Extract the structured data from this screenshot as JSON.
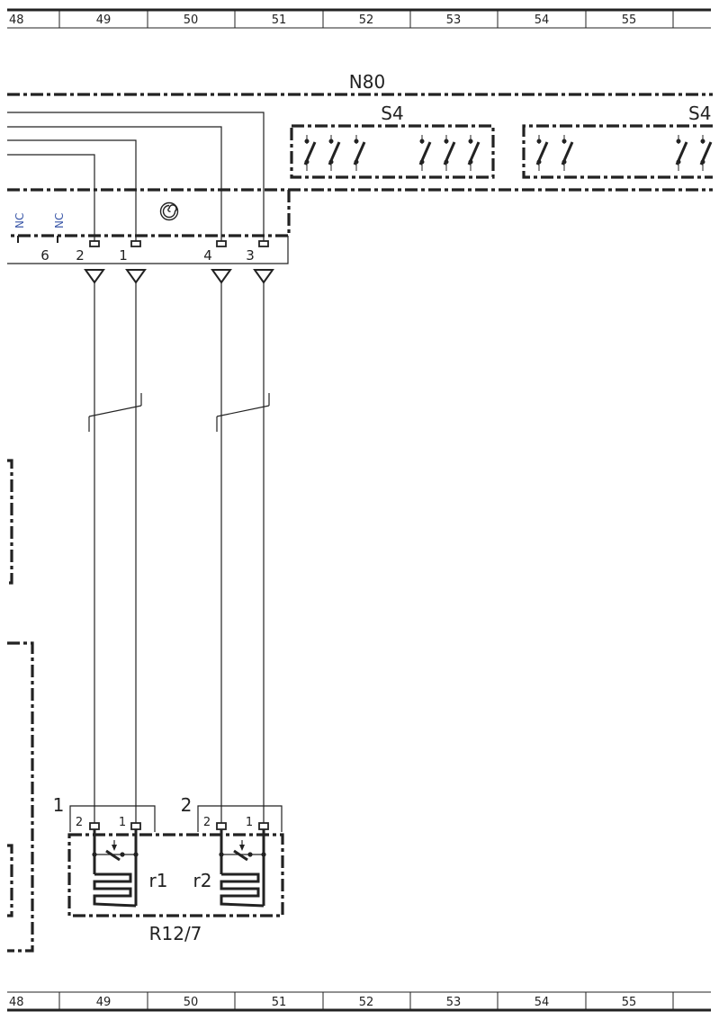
{
  "grid": {
    "columns": [
      "48",
      "49",
      "50",
      "51",
      "52",
      "53",
      "54",
      "55",
      ""
    ]
  },
  "module": {
    "name": "N80",
    "switch_block_left_label": "S4",
    "switch_block_right_label": "S4",
    "nc_labels": [
      "NC",
      "NC"
    ],
    "pins": [
      "6",
      "2",
      "1",
      "4",
      "3"
    ]
  },
  "component": {
    "name": "R12/7",
    "element1": {
      "group": "1",
      "pin_a": "2",
      "pin_b": "1",
      "label": "r1"
    },
    "element2": {
      "group": "2",
      "pin_a": "2",
      "pin_b": "1",
      "label": "r2"
    }
  },
  "colors": {
    "line": "#222222",
    "nc_label": "#3a57a8"
  },
  "icons": [
    "spiral-icon",
    "ground-triangle-icon",
    "switch-icon",
    "heater-resistor-icon",
    "twisted-pair-icon"
  ]
}
